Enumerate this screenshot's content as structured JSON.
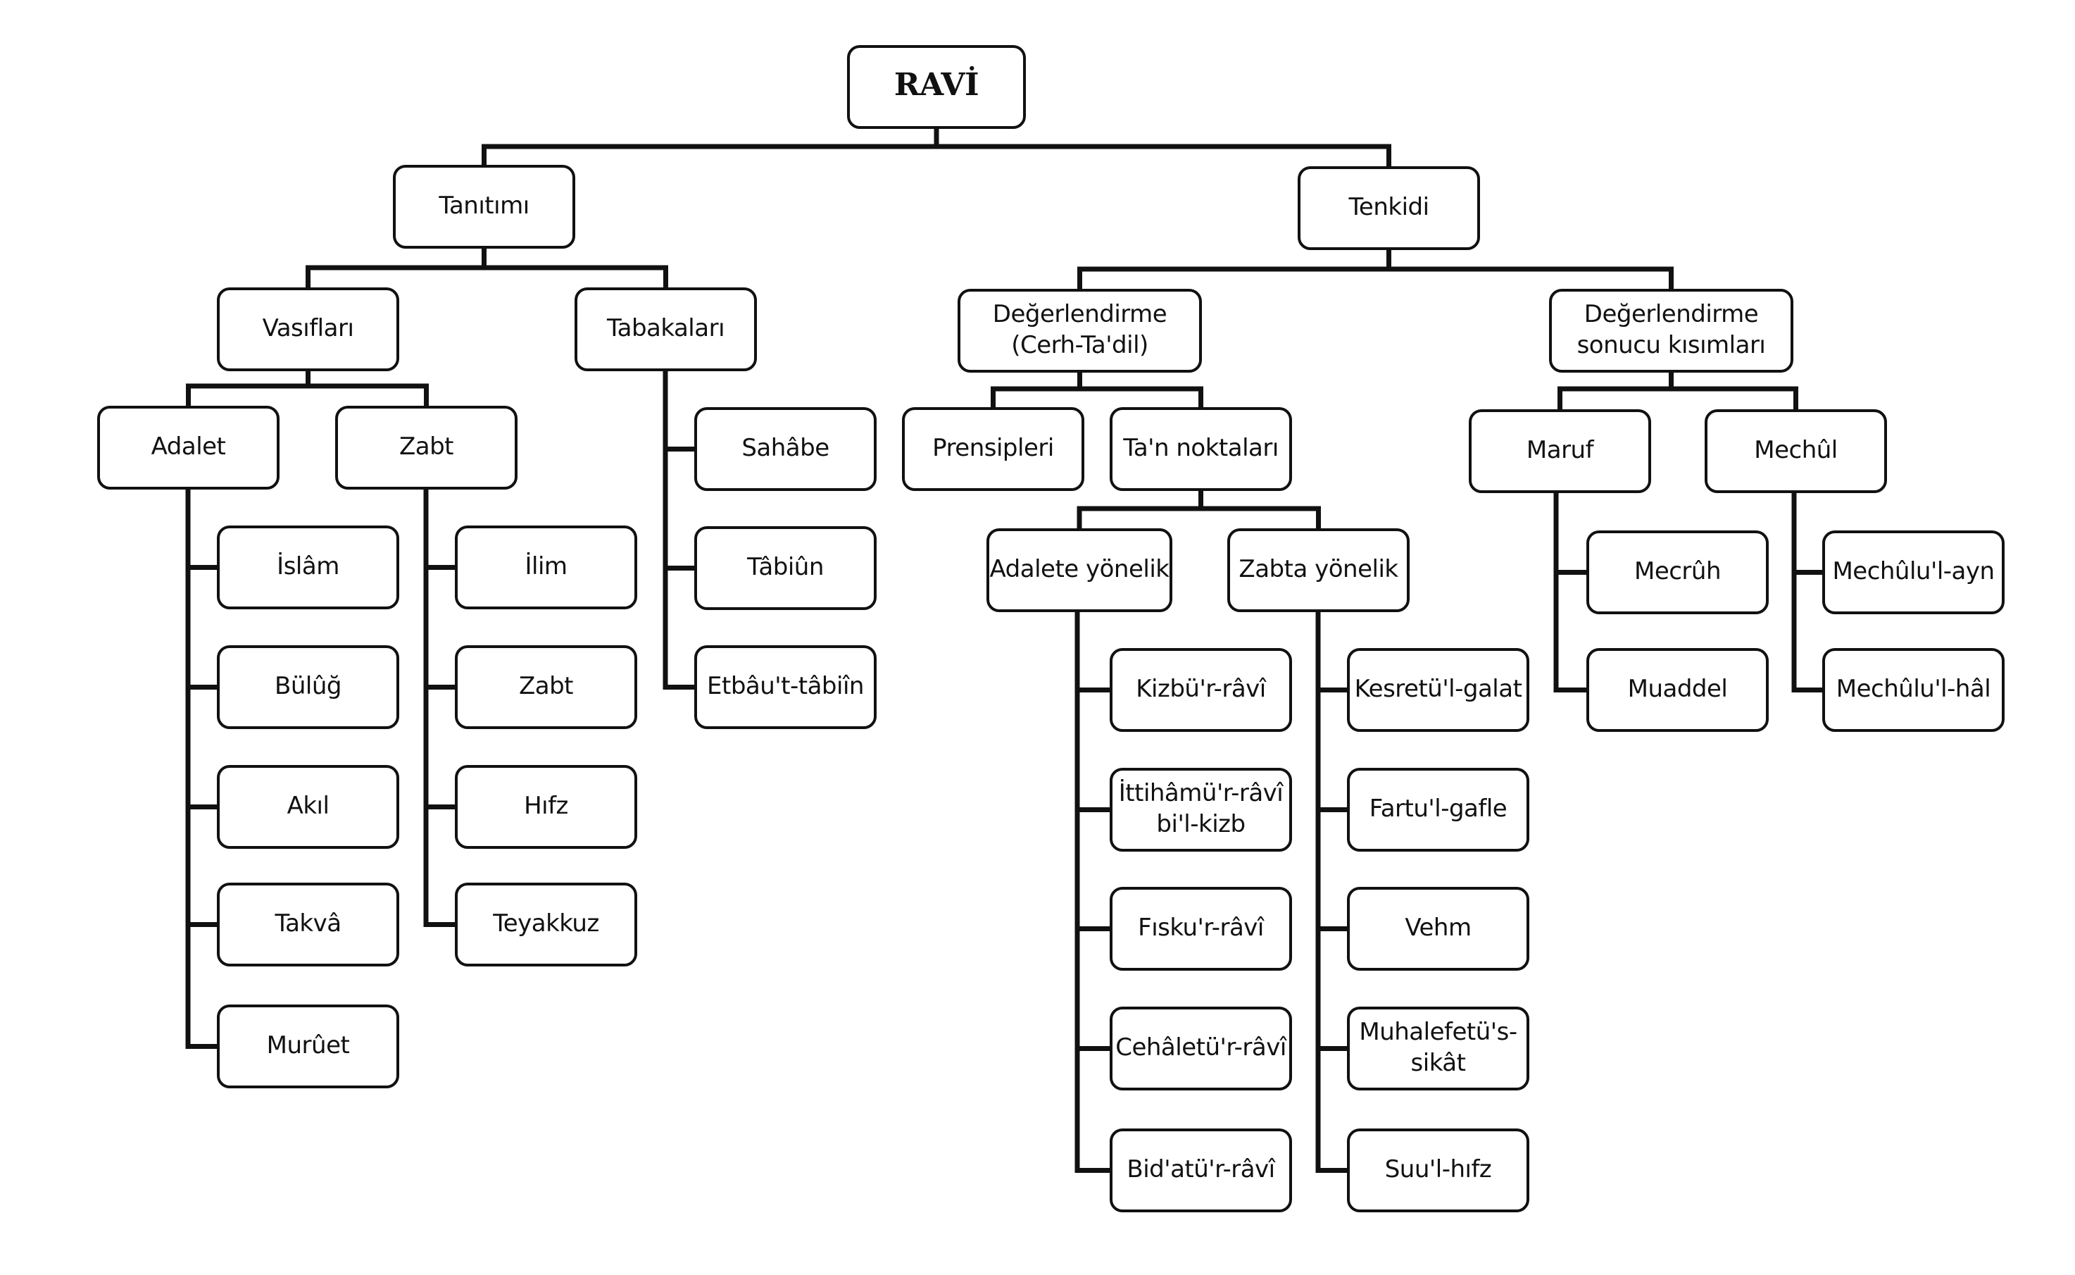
{
  "diagram": {
    "type": "tree",
    "root": "ravi",
    "nodes": {
      "ravi": {
        "lines": [
          "RAVİ"
        ],
        "children": [
          "tanitimi",
          "tenkidi"
        ]
      },
      "tanitimi": {
        "lines": [
          "Tanıtımı"
        ],
        "children": [
          "vasiflari",
          "tabakalari"
        ]
      },
      "tenkidi": {
        "lines": [
          "Tenkidi"
        ],
        "children": [
          "degerlendirme",
          "degerlendirme-sonucu"
        ]
      },
      "vasiflari": {
        "lines": [
          "Vasıfları"
        ],
        "children": [
          "adalet",
          "zabt-1"
        ]
      },
      "tabakalari": {
        "lines": [
          "Tabakaları"
        ],
        "children": [
          "sahabe",
          "tabiun",
          "etbau-t-tabiin"
        ]
      },
      "degerlendirme": {
        "lines": [
          "Değerlendirme",
          "(Cerh-Ta'dil)"
        ],
        "children": [
          "prensipleri",
          "ta-n-noktalari"
        ]
      },
      "degerlendirme-sonucu": {
        "lines": [
          "Değerlendirme",
          "sonucu kısımları"
        ],
        "children": [
          "maruf",
          "mechul"
        ]
      },
      "adalet": {
        "lines": [
          "Adalet"
        ],
        "children": [
          "islam",
          "buluğ",
          "akil",
          "takva",
          "muruet"
        ]
      },
      "zabt-1": {
        "lines": [
          "Zabt"
        ],
        "children": [
          "ilim",
          "zabt-2",
          "hifz",
          "teyakkuz"
        ]
      },
      "prensipleri": {
        "lines": [
          "Prensipleri"
        ],
        "children": []
      },
      "ta-n-noktalari": {
        "lines": [
          "Ta'n noktaları"
        ],
        "children": [
          "adalete-yonelik",
          "zabta-yonelik"
        ]
      },
      "maruf": {
        "lines": [
          "Maruf"
        ],
        "children": [
          "mecruh",
          "muaddel"
        ]
      },
      "mechul": {
        "lines": [
          "Mechûl"
        ],
        "children": [
          "mechulu-l-ayn",
          "mechulu-l-hal"
        ]
      },
      "sahabe": {
        "lines": [
          "Sahâbe"
        ],
        "children": []
      },
      "tabiun": {
        "lines": [
          "Tâbiûn"
        ],
        "children": []
      },
      "etbau-t-tabiin": {
        "lines": [
          "Etbâu't-tâbiîn"
        ],
        "children": []
      },
      "islam": {
        "lines": [
          "İslâm"
        ],
        "children": []
      },
      "buluğ": {
        "lines": [
          "Bülûğ"
        ],
        "children": []
      },
      "akil": {
        "lines": [
          "Akıl"
        ],
        "children": []
      },
      "takva": {
        "lines": [
          "Takvâ"
        ],
        "children": []
      },
      "muruet": {
        "lines": [
          "Murûet"
        ],
        "children": []
      },
      "ilim": {
        "lines": [
          "İlim"
        ],
        "children": []
      },
      "zabt-2": {
        "lines": [
          "Zabt"
        ],
        "children": []
      },
      "hifz": {
        "lines": [
          "Hıfz"
        ],
        "children": []
      },
      "teyakkuz": {
        "lines": [
          "Teyakkuz"
        ],
        "children": []
      },
      "adalete-yonelik": {
        "lines": [
          "Adalete yönelik"
        ],
        "children": [
          "kizbu-r-ravi",
          "ittihamu-r-ravi",
          "fisku-r-ravi",
          "cehaletu-r-ravi",
          "bidatu-r-ravi"
        ]
      },
      "zabta-yonelik": {
        "lines": [
          "Zabta yönelik"
        ],
        "children": [
          "kesretu-l-galat",
          "fartu-l-gafle",
          "vehm",
          "muhalefetu-s-sikat",
          "suu-l-hifz"
        ]
      },
      "kizbu-r-ravi": {
        "lines": [
          "Kizbü'r-râvî"
        ],
        "children": []
      },
      "ittihamu-r-ravi": {
        "lines": [
          "İttihâmü'r-râvî",
          "bi'l-kizb"
        ],
        "children": []
      },
      "fisku-r-ravi": {
        "lines": [
          "Fısku'r-râvî"
        ],
        "children": []
      },
      "cehaletu-r-ravi": {
        "lines": [
          "Cehâletü'r-râvî"
        ],
        "children": []
      },
      "bidatu-r-ravi": {
        "lines": [
          "Bid'atü'r-râvî"
        ],
        "children": []
      },
      "kesretu-l-galat": {
        "lines": [
          "Kesretü'l-galat"
        ],
        "children": []
      },
      "fartu-l-gafle": {
        "lines": [
          "Fartu'l-gafle"
        ],
        "children": []
      },
      "vehm": {
        "lines": [
          "Vehm"
        ],
        "children": []
      },
      "muhalefetu-s-sikat": {
        "lines": [
          "Muhalefetü's-",
          "sikât"
        ],
        "children": []
      },
      "suu-l-hifz": {
        "lines": [
          "Suu'l-hıfz"
        ],
        "children": []
      },
      "mecruh": {
        "lines": [
          "Mecrûh"
        ],
        "children": []
      },
      "muaddel": {
        "lines": [
          "Muaddel"
        ],
        "children": []
      },
      "mechulu-l-ayn": {
        "lines": [
          "Mechûlu'l-ayn"
        ],
        "children": []
      },
      "mechulu-l-hal": {
        "lines": [
          "Mechûlu'l-hâl"
        ],
        "children": []
      }
    }
  }
}
